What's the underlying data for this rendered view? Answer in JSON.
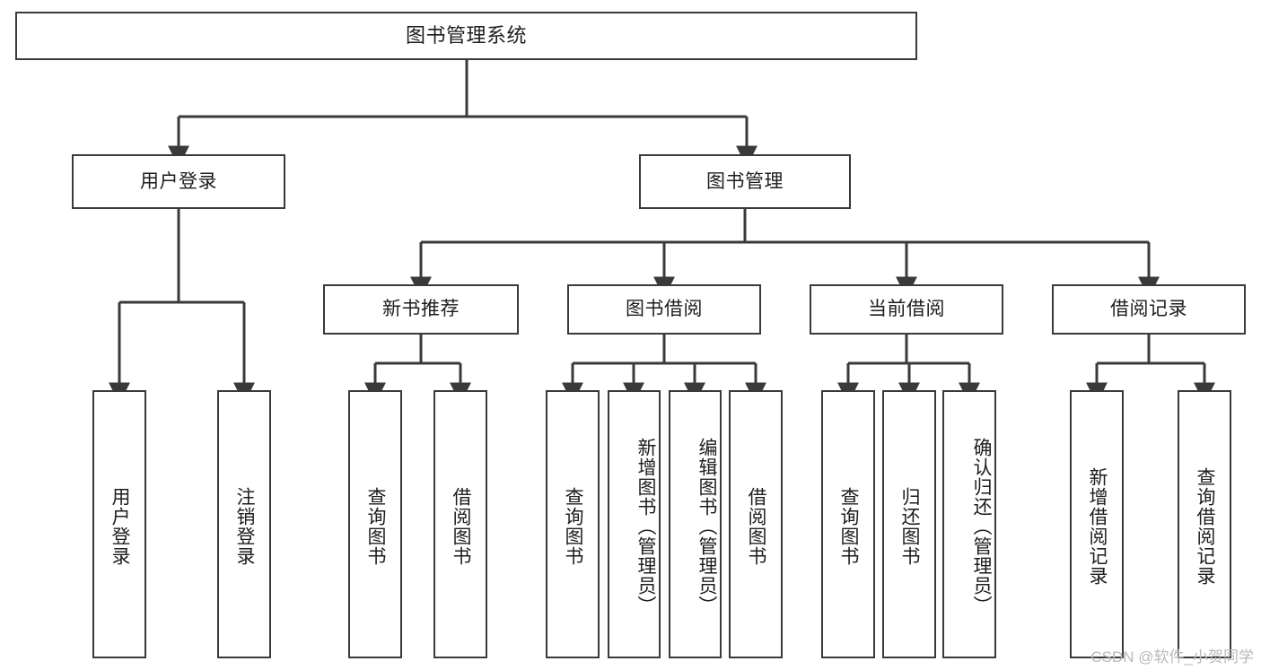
{
  "diagram": {
    "type": "tree",
    "title": "图书管理系统",
    "background_color": "#ffffff",
    "line_color": "#3a3a3a",
    "text_color": "#1d1d1d",
    "root": {
      "label": "图书管理系统"
    },
    "level1": [
      {
        "label": "用户登录"
      },
      {
        "label": "图书管理"
      }
    ],
    "level2": [
      {
        "label": "新书推荐"
      },
      {
        "label": "图书借阅"
      },
      {
        "label": "当前借阅"
      },
      {
        "label": "借阅记录"
      }
    ],
    "leaves": {
      "user_login": [
        {
          "label": "用户登录"
        },
        {
          "label": "注销登录"
        }
      ],
      "new_book_recommend": [
        {
          "label": "查询图书"
        },
        {
          "label": "借阅图书"
        }
      ],
      "book_borrow": [
        {
          "label": "查询图书"
        },
        {
          "label": "新增图书（管理员）"
        },
        {
          "label": "编辑图书（管理员）"
        },
        {
          "label": "借阅图书"
        }
      ],
      "current_borrow": [
        {
          "label": "查询图书"
        },
        {
          "label": "归还图书"
        },
        {
          "label": "确认归还（管理员）"
        }
      ],
      "borrow_record": [
        {
          "label": "新增借阅记录"
        },
        {
          "label": "查询借阅记录"
        }
      ]
    }
  },
  "watermark": {
    "text": "CSDN @软件_小贺同学"
  }
}
